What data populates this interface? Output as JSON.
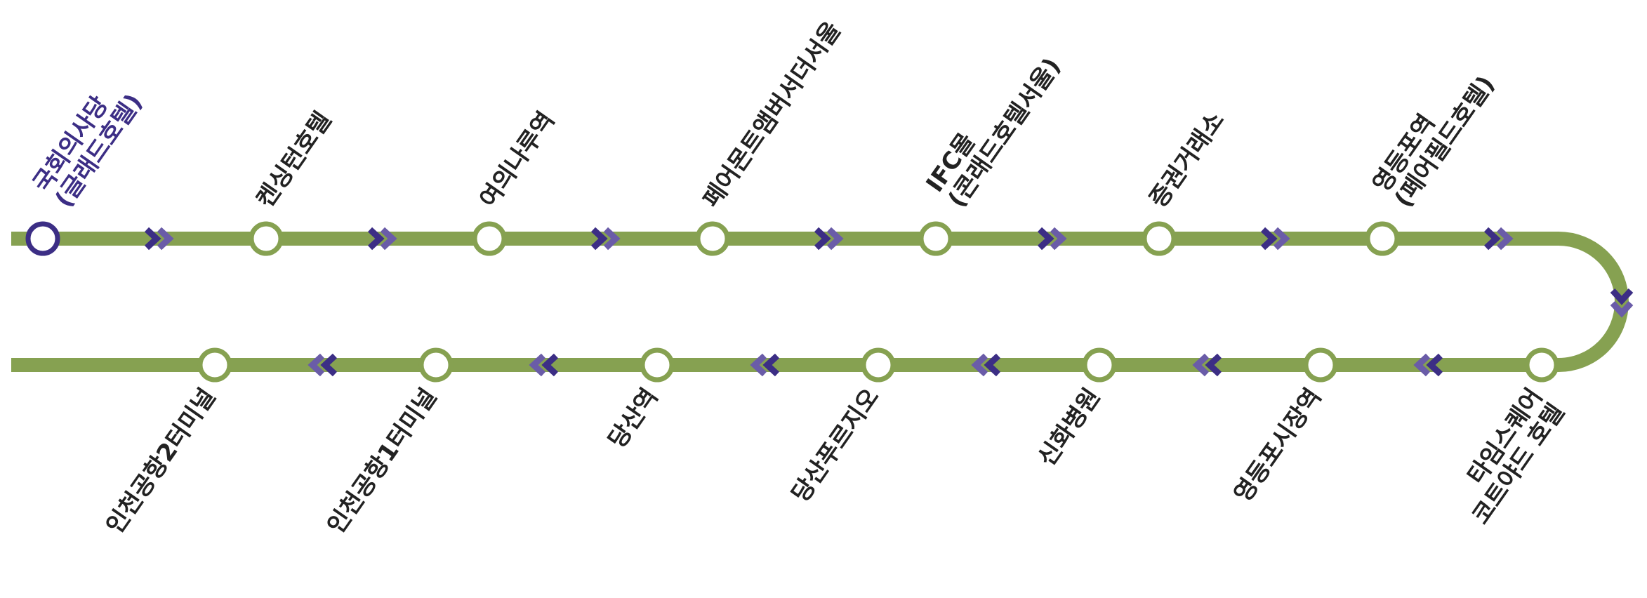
{
  "colors": {
    "line": "#86A151",
    "station_fill": "#ffffff",
    "current": "#3C2E85",
    "arrow_dark": "#3C2E85",
    "arrow_light": "#6A5CA8",
    "label": "#222222"
  },
  "current_station": {
    "id": "station-0",
    "lines": [
      "국회의사당",
      "(글래드호텔)"
    ]
  },
  "top_stations": [
    {
      "id": "station-1",
      "lines": [
        "켄싱턴호텔"
      ]
    },
    {
      "id": "station-2",
      "lines": [
        "여의나루역"
      ]
    },
    {
      "id": "station-3",
      "lines": [
        "페어몬트앰버서더서울"
      ]
    },
    {
      "id": "station-4",
      "lines": [
        "IFC몰",
        "(콘래드호텔서울)"
      ]
    },
    {
      "id": "station-5",
      "lines": [
        "증권거래소"
      ]
    },
    {
      "id": "station-6",
      "lines": [
        "영등포역",
        "(페어필드호텔)"
      ]
    }
  ],
  "bottom_stations": [
    {
      "id": "station-7",
      "lines": [
        "타임스퀘어",
        "코트야드 호텔"
      ]
    },
    {
      "id": "station-8",
      "lines": [
        "영등포시장역"
      ]
    },
    {
      "id": "station-9",
      "lines": [
        "신화병원"
      ]
    },
    {
      "id": "station-10",
      "lines": [
        "당산푸르지오"
      ]
    },
    {
      "id": "station-11",
      "lines": [
        "당산역"
      ]
    },
    {
      "id": "station-12",
      "lines": [
        "인천공항1터미널"
      ]
    },
    {
      "id": "station-13",
      "lines": [
        "인천공항2터미널"
      ]
    }
  ]
}
